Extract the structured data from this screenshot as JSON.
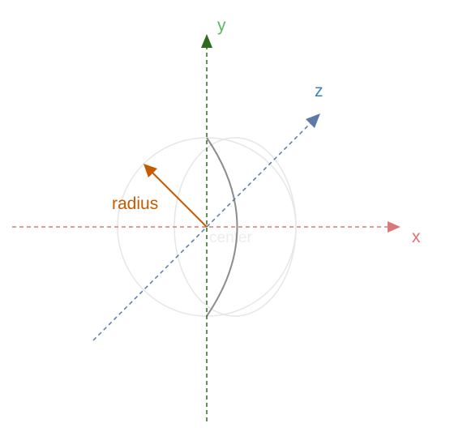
{
  "labels": {
    "y": "y",
    "z": "z",
    "x": "x",
    "radius": "radius",
    "center": "center"
  },
  "colors": {
    "y_axis": "#2f6a1f",
    "y_label": "#5cb85c",
    "z_axis": "#5b7aa8",
    "z_label": "#3b82c4",
    "x_axis": "#d97a7a",
    "x_label": "#e07070",
    "radius": "#c55a00",
    "sphere": "#e6e6e6",
    "meridian": "#8c8c8c",
    "center_label": "#ececec"
  }
}
